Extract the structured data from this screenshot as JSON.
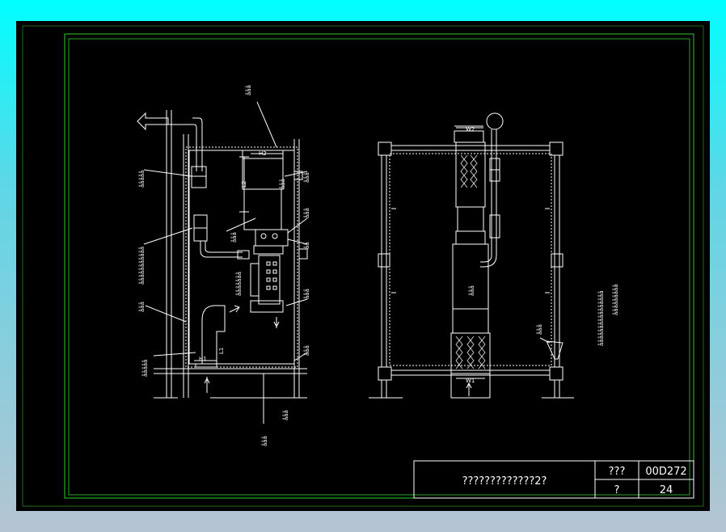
{
  "title_block": {
    "drawing_title": "?????????????2?",
    "label_top": "???",
    "label_bottom": "?",
    "drawing_number": "00D272",
    "page_number": "24"
  },
  "left_view": {
    "label_top": "ååå",
    "label_left_1": "ååååå",
    "label_left_2": "ååååååååååå",
    "label_left_3": "ååå",
    "label_left_4": "ååååå",
    "label_right_1": "ååå",
    "label_right_2": "ååå",
    "label_right_3": "åå",
    "label_right_4": "ååå",
    "label_right_5": "ååå",
    "label_center": "ååå",
    "label_mid": "ååååååå",
    "label_bottom_1": "ååå",
    "label_bottom_2": "ååå",
    "dim_h2": "H2",
    "dim_l2": "L2",
    "dim_h1": "H1",
    "dim_l1": "L1"
  },
  "right_view": {
    "dim_w2": "W2",
    "dim_w1": "W1",
    "label_center": "ååå",
    "label_small": "ååå"
  },
  "side_notes": {
    "line_1": "åååååååååååååååå",
    "line_2": "ååååååååå"
  },
  "colors": {
    "frame_outer": "#1b6b1b",
    "frame_inner": "#2ecc2e",
    "lines": "#ffffff"
  }
}
